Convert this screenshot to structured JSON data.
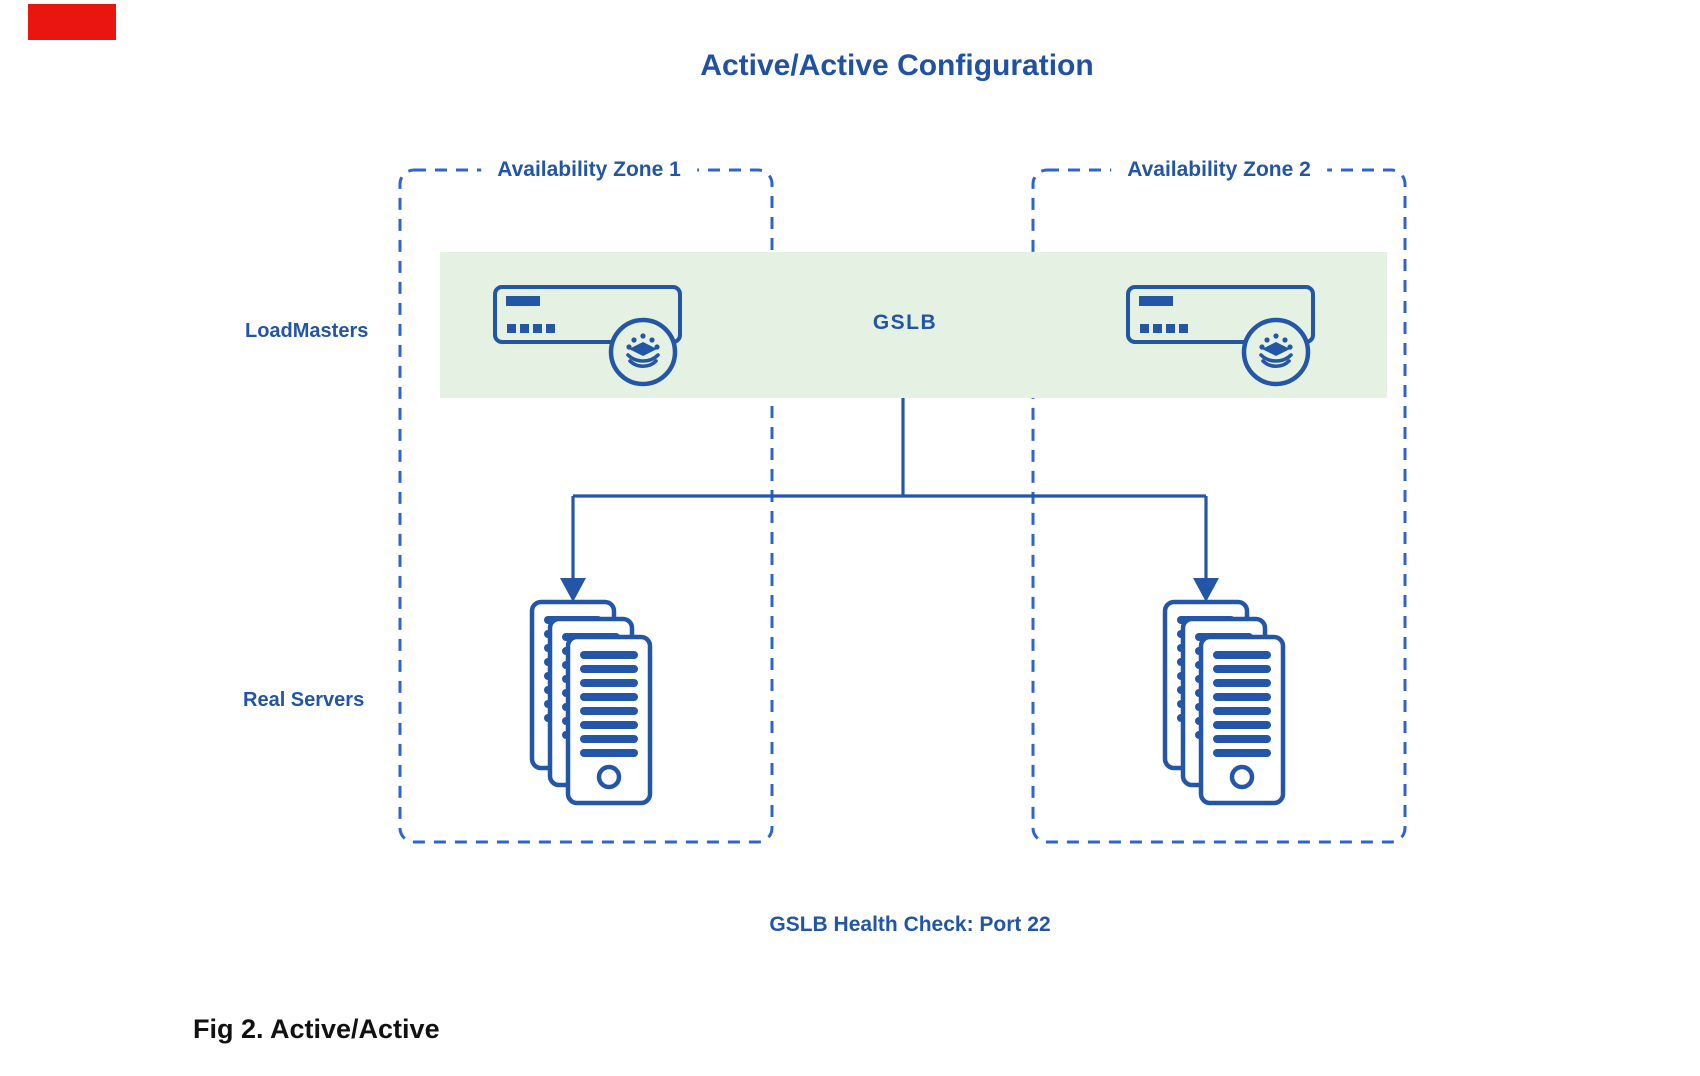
{
  "title": "Active/Active Configuration",
  "caption": "Fig 2. Active/Active",
  "footer_note": "GSLB Health Check: Port 22",
  "zones": [
    {
      "label": "Availability Zone 1"
    },
    {
      "label": "Availability Zone 2"
    }
  ],
  "row_labels": {
    "loadmasters": "LoadMasters",
    "real_servers": "Real Servers"
  },
  "gslb": {
    "label": "GSLB"
  },
  "icons": {
    "loadmaster_left": "loadmaster-appliance-icon",
    "loadmaster_right": "loadmaster-appliance-icon",
    "loadmaster_badge": "layers-icon",
    "server_stack_left": "server-stack-icon",
    "server_stack_right": "server-stack-icon",
    "arrows": "arrow-down-icon"
  },
  "colors": {
    "line_blue": "#2456a8",
    "dash_blue": "#2f65cb",
    "text_blue": "#2355a6",
    "title_blue": "#2151a3",
    "band_green": "#e5f2e3",
    "marker_red": "#e9150e",
    "caption_black": "#111111"
  }
}
